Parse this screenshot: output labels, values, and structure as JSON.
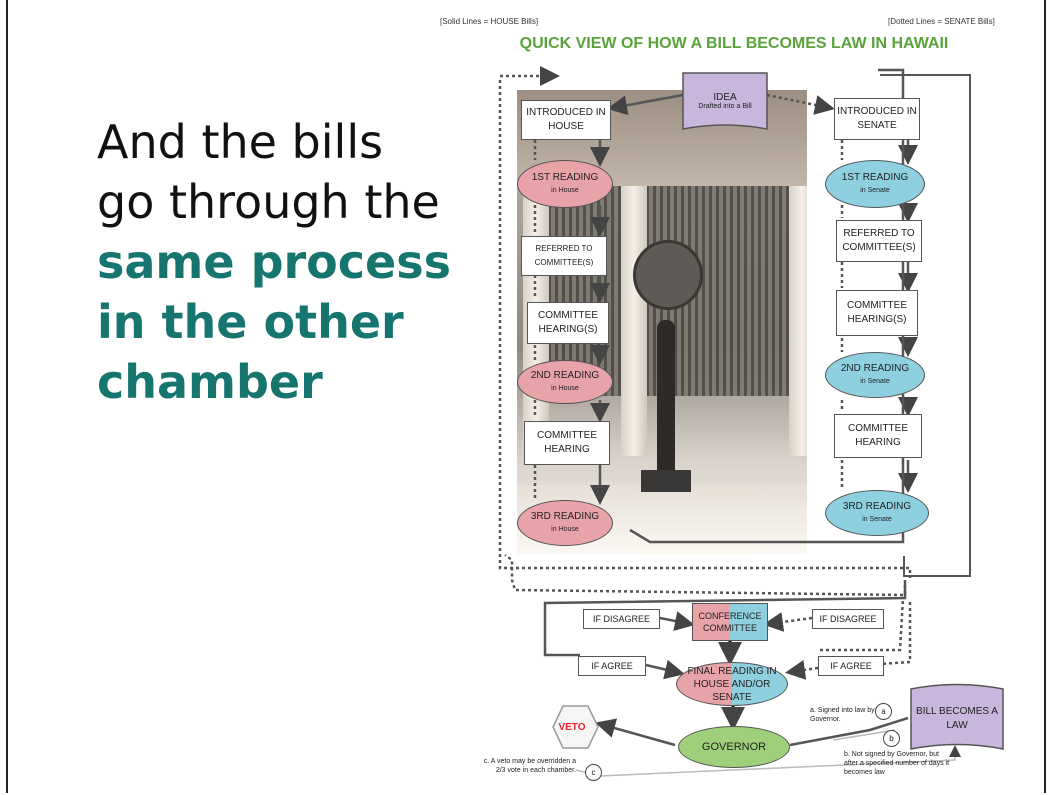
{
  "headline": {
    "line1": "And the bills",
    "line2": "go through the",
    "accent1": "same process",
    "accent2": "in the other",
    "accent3": "chamber"
  },
  "diagram": {
    "legend_solid": "[Solid Lines = HOUSE Bills]",
    "legend_dotted": "[Dotted Lines = SENATE Bills]",
    "title": "QUICK VIEW OF HOW A BILL BECOMES LAW IN HAWAII",
    "idea": {
      "title": "IDEA",
      "sub": "Drafted into a Bill"
    },
    "house": {
      "introduced": "INTRODUCED IN HOUSE",
      "reading1": {
        "title": "1ST READING",
        "sub": "in House"
      },
      "referred": "REFERRED TO COMMITTEE(S)",
      "hearings": "COMMITTEE HEARING(S)",
      "reading2": {
        "title": "2ND READING",
        "sub": "in House"
      },
      "hearing": "COMMITTEE HEARING",
      "reading3": {
        "title": "3RD READING",
        "sub": "in House"
      }
    },
    "senate": {
      "introduced": "INTRODUCED IN SENATE",
      "reading1": {
        "title": "1ST READING",
        "sub": "in Senate"
      },
      "referred": "REFERRED TO COMMITTEE(S)",
      "hearings": "COMMITTEE HEARING(S)",
      "reading2": {
        "title": "2ND READING",
        "sub": "in Senate"
      },
      "hearing": "COMMITTEE HEARING",
      "reading3": {
        "title": "3RD READING",
        "sub": "in Senate"
      }
    },
    "if_disagree": "IF DISAGREE",
    "if_agree": "IF AGREE",
    "conference": "CONFERENCE COMMITTEE",
    "final_reading": "FINAL READING IN HOUSE AND/OR SENATE",
    "governor": "GOVERNOR",
    "veto": "VETO",
    "bill_becomes_law": "BILL BECOMES A LAW",
    "note_a": "a. Signed into law by Governor.",
    "note_b": "b. Not signed by Governor, but after a specified number of days it becomes law",
    "note_c": "c. A veto may be overridden a 2/3 vote in each chamber.",
    "label_a": "a",
    "label_b": "b",
    "label_c": "c"
  }
}
